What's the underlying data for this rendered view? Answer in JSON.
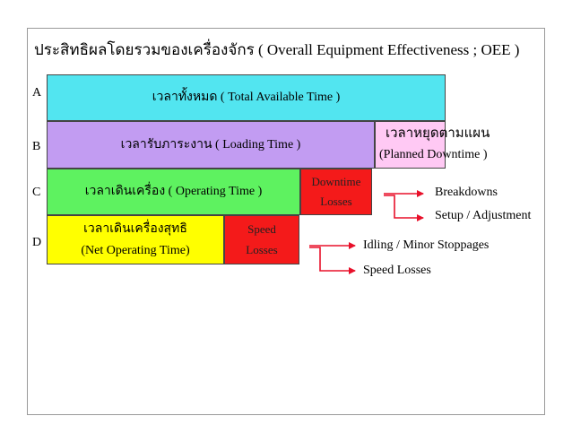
{
  "title": "ประสิทธิผลโดยรวมของเครื่องจักร ( Overall Equipment Effectiveness ; OEE )",
  "row_labels": [
    "A",
    "B",
    "C",
    "D"
  ],
  "total_time": "เวลาทั้งหมด ( Total Available Time )",
  "loading_time": "เวลารับภาระงาน ( Loading Time )",
  "planned_downtime": {
    "line1": "เวลาหยุดตามแผน",
    "line2": "(Planned Downtime )"
  },
  "operating_time": "เวลาเดินเครื่อง ( Operating Time )",
  "downtime_losses": {
    "line1": "Downtime",
    "line2": "Losses"
  },
  "net_operating_time": {
    "line1": "เวลาเดินเครื่องสุทธิ",
    "line2": "(Net Operating Time)"
  },
  "speed_losses_box": {
    "line1": "Speed",
    "line2": "Losses"
  },
  "downtime_causes": [
    "Breakdowns",
    "Setup / Adjustment"
  ],
  "speed_causes": [
    "Idling / Minor Stoppages",
    "Speed Losses"
  ],
  "colors": {
    "total": "#52e5f0",
    "loading": "#c29cf2",
    "planned": "#ffc9f4",
    "operating": "#5ef260",
    "losses": "#f41a1a",
    "net": "#ffff00",
    "arrow": "#e8102a"
  }
}
